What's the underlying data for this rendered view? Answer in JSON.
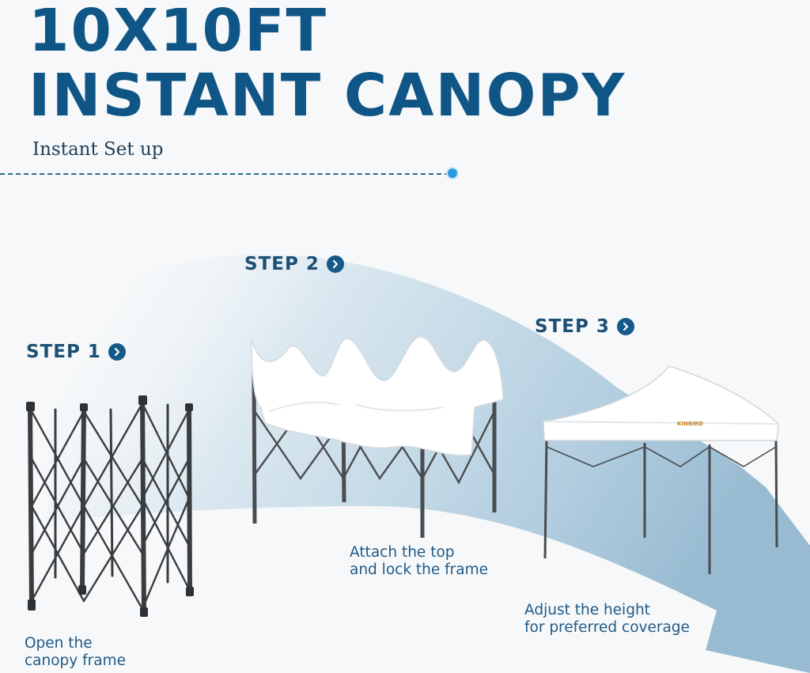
{
  "title": {
    "line1": "10X10FT",
    "line2": "INSTANT CANOPY"
  },
  "subtitle": "Instant Set up",
  "colors": {
    "headline": "#0f5686",
    "accent_dot": "#2d9be0",
    "arrow_band": "#9fc0d4",
    "frame": "#3a3d40",
    "canopy_fabric": "#ffffff"
  },
  "steps": [
    {
      "label": "STEP 1",
      "icon": "chevron-right-circle-icon",
      "caption_line1": "Open the",
      "caption_line2": "canopy frame",
      "image": "folded-canopy-frame"
    },
    {
      "label": "STEP 2",
      "icon": "chevron-right-circle-icon",
      "caption_line1": "Attach the top",
      "caption_line2": "and lock the frame",
      "image": "frame-with-canopy-top"
    },
    {
      "label": "STEP 3",
      "icon": "chevron-right-circle-icon",
      "caption_line1": "Adjust the height",
      "caption_line2": "for preferred coverage",
      "image": "fully-extended-canopy"
    }
  ],
  "brand_label": "KINBIRD"
}
